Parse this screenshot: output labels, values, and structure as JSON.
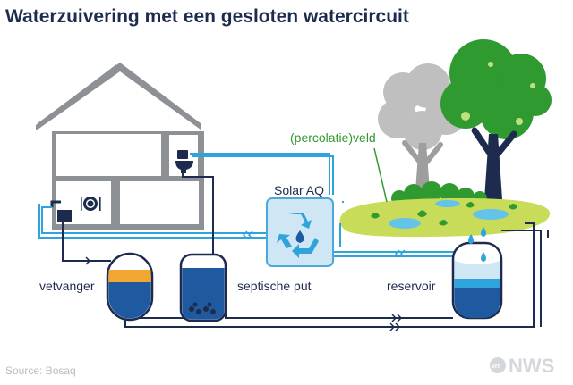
{
  "title": "Waterzuivering met een gesloten watercircuit",
  "labels": {
    "percolatieveld": "(percolatie)veld",
    "solar_aq": "Solar AQ",
    "vetvanger": "vetvanger",
    "septische_put": "septische put",
    "reservoir": "reservoir"
  },
  "source": "Source: Bosaq",
  "logo": {
    "brand": "NWS",
    "badge": "vrt"
  },
  "colors": {
    "navy": "#1d2b4f",
    "pipe_light_blue": "#2ea3dc",
    "house_gray": "#8d9196",
    "grass_green": "#c9dc5a",
    "tree_green": "#2f9a2f",
    "grease_orange": "#f3a531",
    "water_blue": "#1f5aa0"
  }
}
